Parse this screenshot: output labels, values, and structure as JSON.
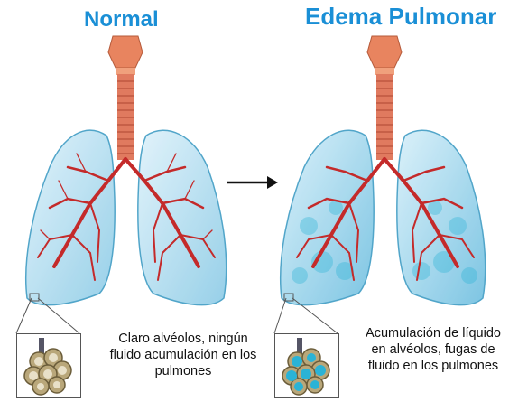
{
  "colors": {
    "title": "#1a8fd6",
    "lung_fill": "#bfe3f3",
    "lung_stroke": "#3f9cc4",
    "bronchi": "#c42a2a",
    "trachea": "#e07a5f",
    "fluid": "#2ab3d6",
    "alveoli": "#b9a77a"
  },
  "panels": {
    "normal": {
      "title": "Normal",
      "caption": "Claro alvéolos, ningún fluido acumulación en los pulmones"
    },
    "edema": {
      "title": "Edema Pulmonar",
      "caption": "Acumulación de líquido en alvéolos, fugas de fluido en los pulmones"
    }
  },
  "icons": [
    "arrow-right-icon",
    "alveoli-inset-icon",
    "lungs-illustration"
  ]
}
